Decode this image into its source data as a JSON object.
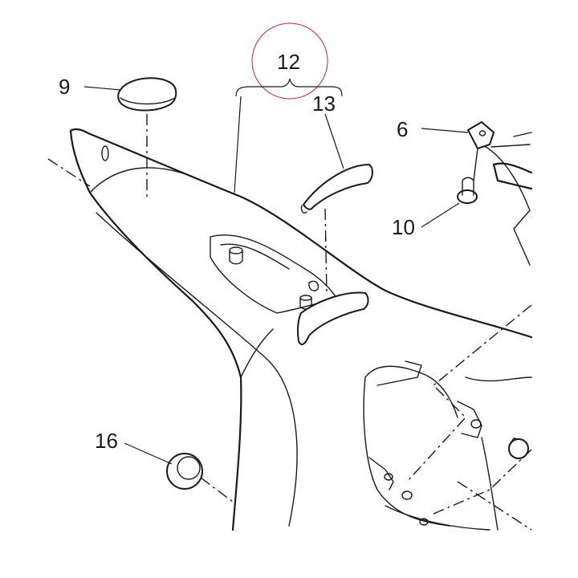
{
  "labels": {
    "p9": "9",
    "p12": "12",
    "p13": "13",
    "p6": "6",
    "p10": "10",
    "p16": "16"
  },
  "colors": {
    "line": "#1a1a1a",
    "highlight_circle": "#c0283a",
    "background": "#ffffff"
  }
}
